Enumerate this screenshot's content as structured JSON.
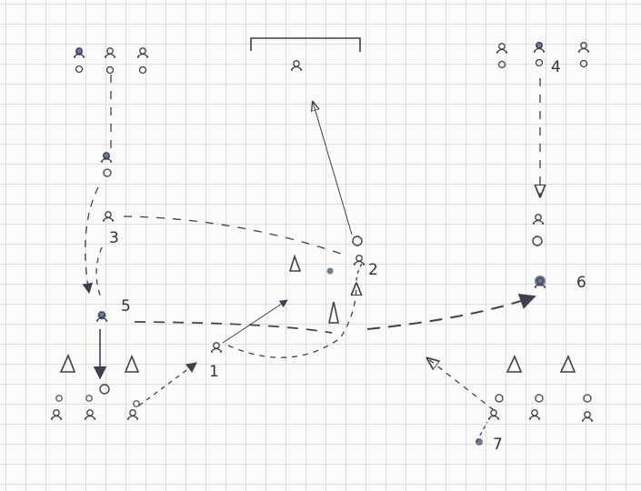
{
  "diagram": {
    "kind": "hand-drawn training drill on squared paper",
    "ink_color": "#3c4150",
    "ball_color": "#6f7a96",
    "step_labels": [
      "1",
      "2",
      "3",
      "4",
      "5",
      "6",
      "7"
    ]
  }
}
